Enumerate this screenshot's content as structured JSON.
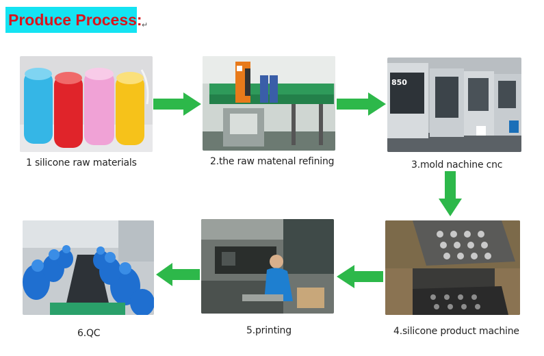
{
  "header": {
    "title": "Produce Process:",
    "paragraph_mark": "↵"
  },
  "colors": {
    "title_bg": "#14e3f2",
    "title_text": "#d8141c",
    "arrow": "#2db84a"
  },
  "steps": [
    {
      "caption": "1 silicone raw materials",
      "icon": "silicone-rolls-photo"
    },
    {
      "caption": "2.the raw matenal refining",
      "icon": "refining-machine-photo"
    },
    {
      "caption": "3.mold nachine cnc",
      "icon": "cnc-machine-photo",
      "machine_label": "850"
    },
    {
      "caption": "4.silicone product machine",
      "icon": "mold-press-photo"
    },
    {
      "caption": "5.printing",
      "icon": "printing-workshop-photo"
    },
    {
      "caption": "6.QC",
      "icon": "qc-workers-photo"
    }
  ]
}
